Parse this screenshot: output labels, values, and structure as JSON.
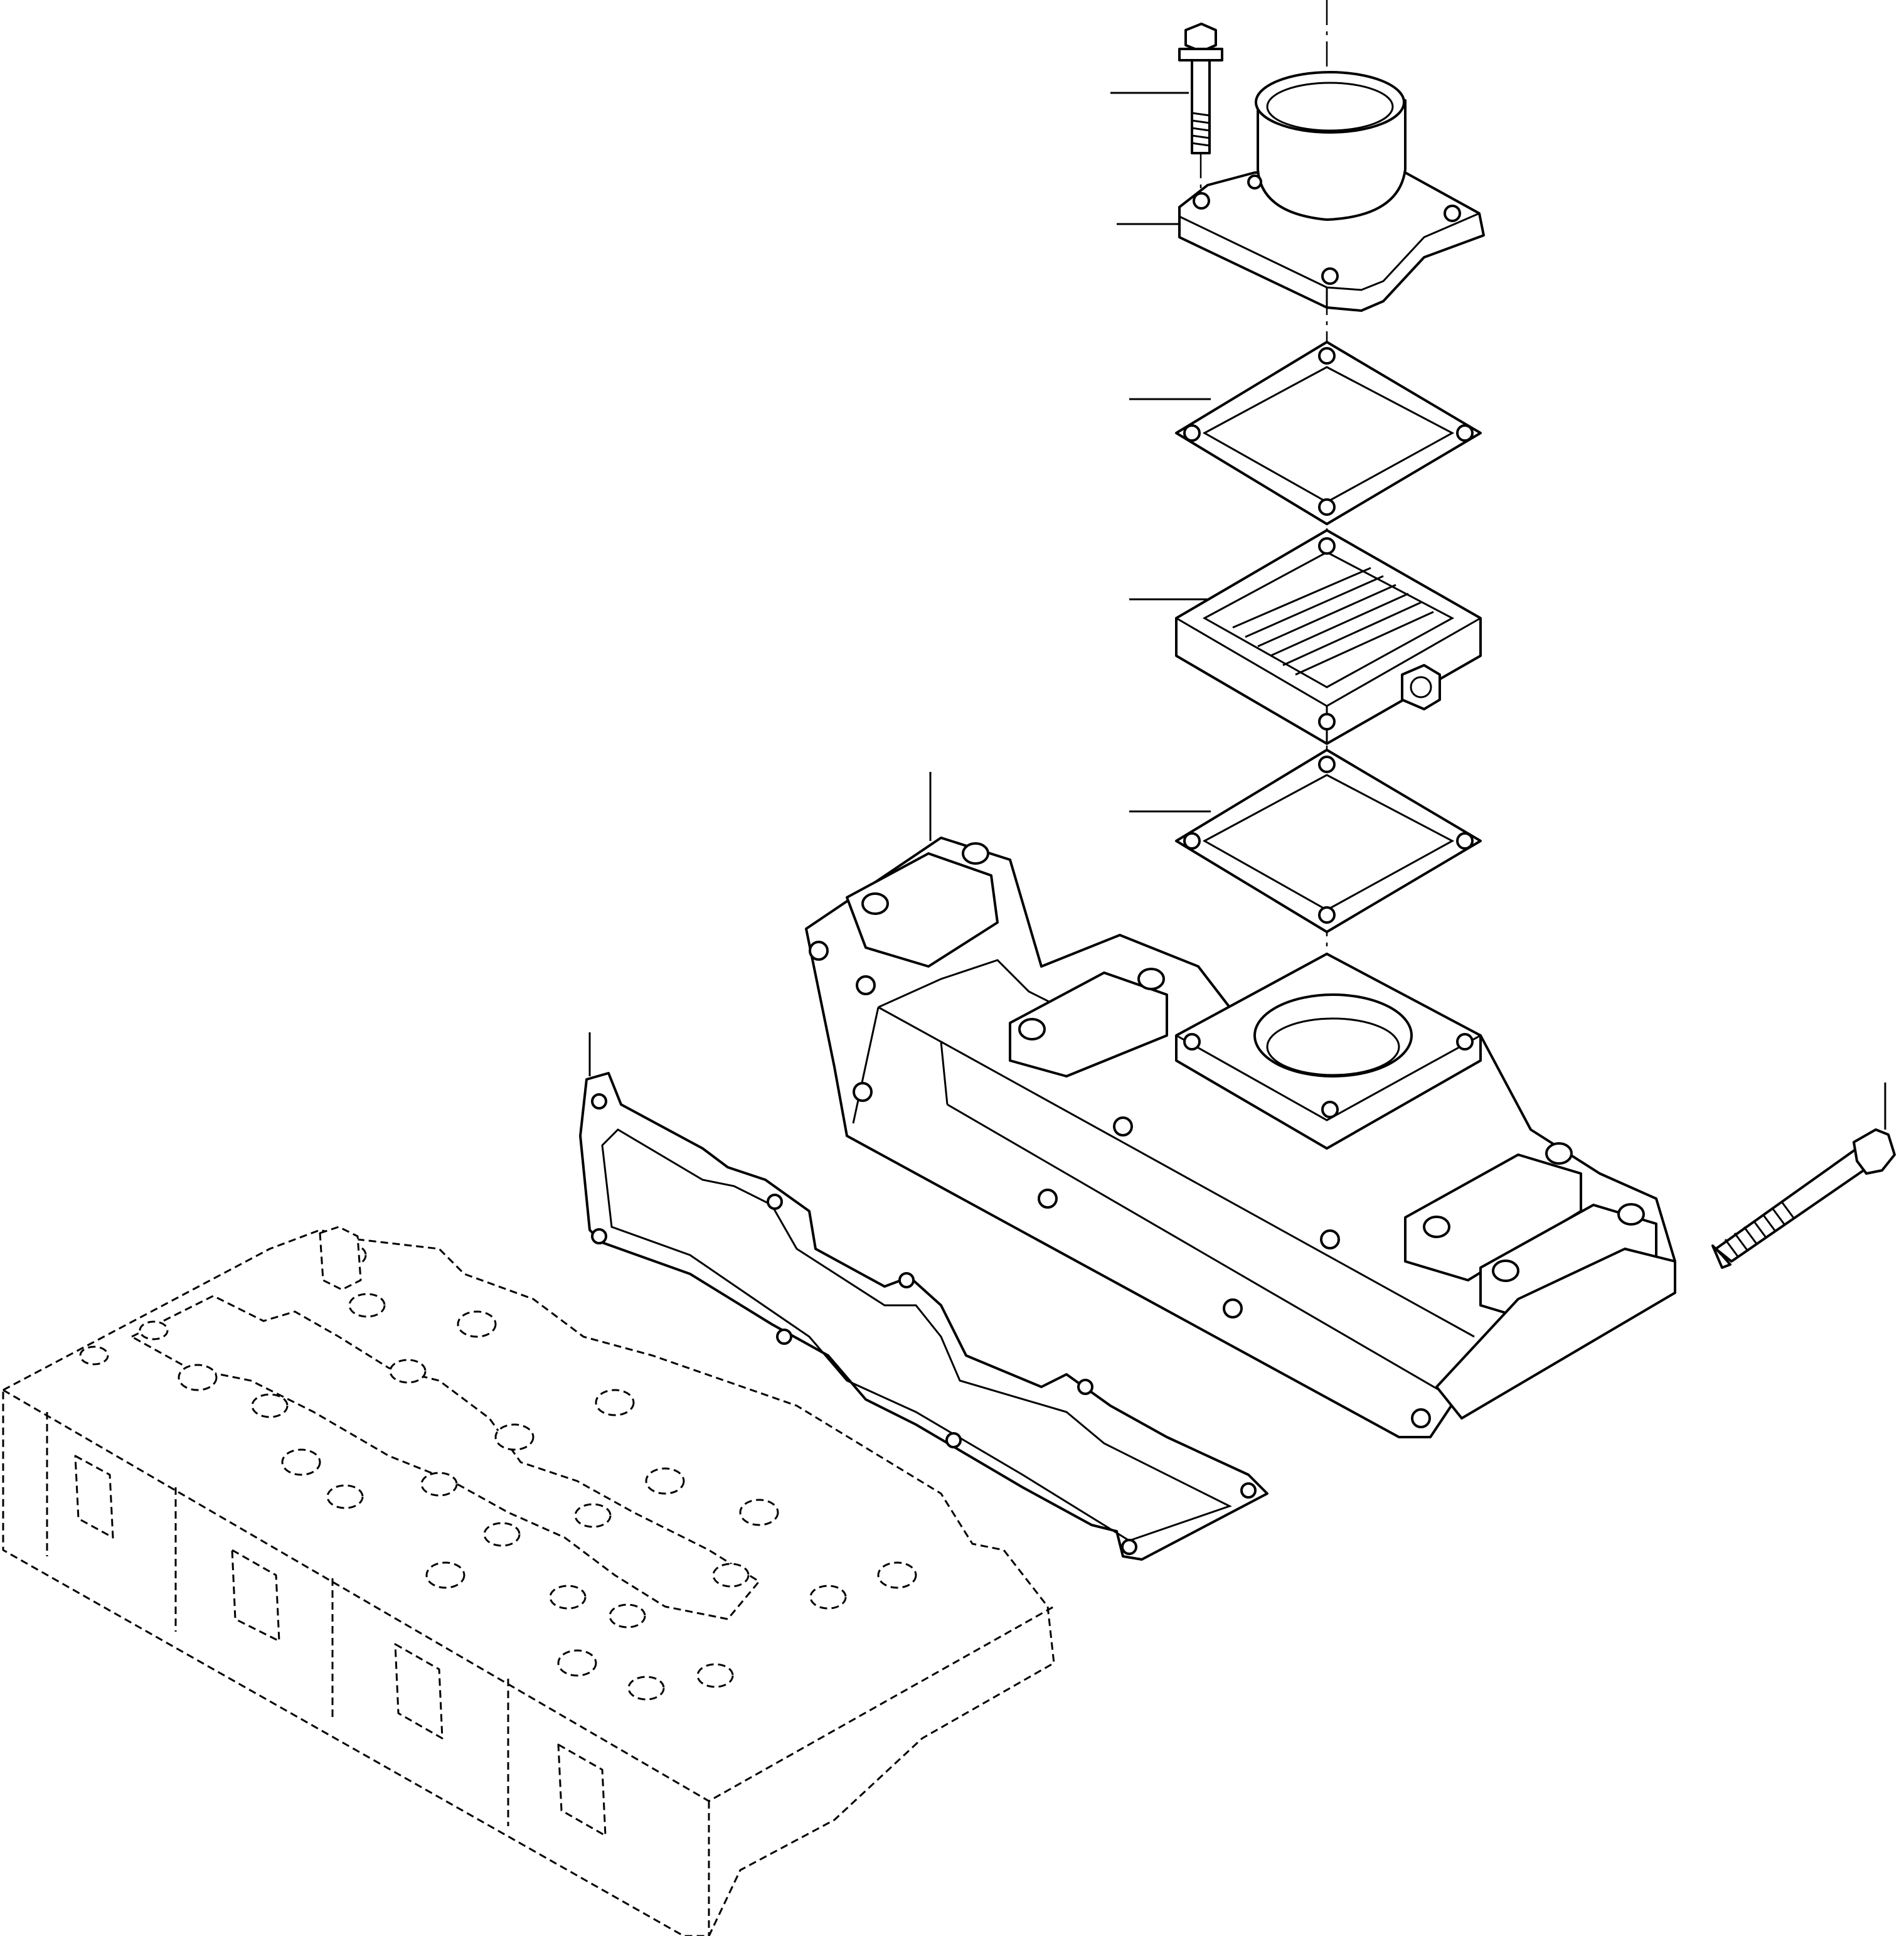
{
  "diagram": {
    "type": "exploded-parts-view",
    "parts": [
      {
        "id": "flange-bolt-short",
        "label": ""
      },
      {
        "id": "inlet-elbow",
        "label": ""
      },
      {
        "id": "upper-gasket",
        "label": ""
      },
      {
        "id": "grid-heater",
        "label": ""
      },
      {
        "id": "lower-gasket",
        "label": ""
      },
      {
        "id": "intake-manifold",
        "label": ""
      },
      {
        "id": "manifold-gasket",
        "label": ""
      },
      {
        "id": "manifold-bolt-long",
        "label": ""
      },
      {
        "id": "cylinder-head",
        "label": ""
      }
    ],
    "callout_numbers_shown": false
  }
}
